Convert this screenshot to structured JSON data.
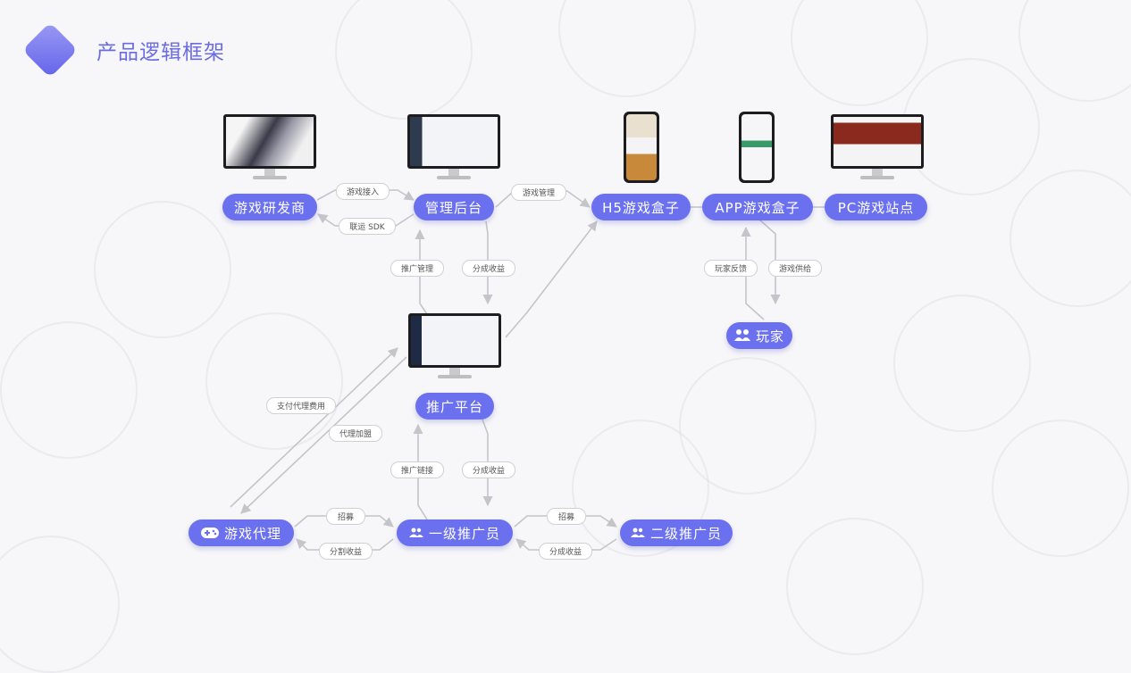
{
  "page": {
    "title": "产品逻辑框架"
  },
  "colors": {
    "node": "#6b70ee",
    "title": "#6b6be6",
    "line": "#c4c4ca"
  },
  "nodes": {
    "developer": "游戏研发商",
    "admin": "管理后台",
    "h5box": "H5游戏盒子",
    "appbox": "APP游戏盒子",
    "pcsite": "PC游戏站点",
    "player": "玩家",
    "promo": "推广平台",
    "agent": "游戏代理",
    "level1": "一级推广员",
    "level2": "二级推广员"
  },
  "edge_labels": {
    "game_access": "游戏接入",
    "joint_sdk": "联运 SDK",
    "game_manage": "游戏管理",
    "promo_manage": "推广管理",
    "revenue_share_1": "分成收益",
    "player_feedback": "玩家反馈",
    "game_supply": "游戏供给",
    "pay_agent_fee": "支付代理费用",
    "agent_join": "代理加盟",
    "promo_link": "推广链接",
    "revenue_share_2": "分成收益",
    "recruit_1": "招募",
    "split_revenue": "分割收益",
    "recruit_2": "招募",
    "revenue_share_3": "分成收益"
  },
  "icons": {
    "player": "users-icon",
    "agent": "gamepad-icon",
    "level1": "user-group-icon",
    "level2": "user-group-icon"
  }
}
